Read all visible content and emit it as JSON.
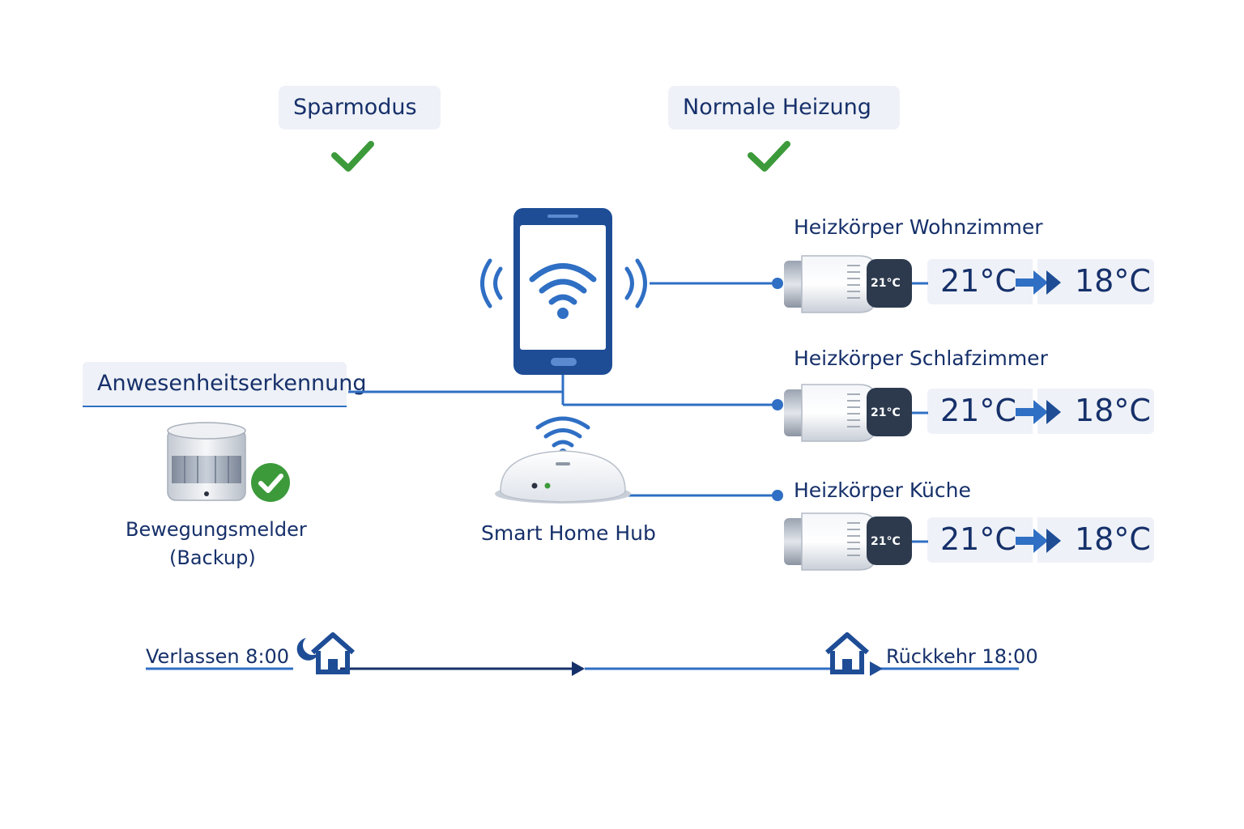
{
  "modes": {
    "eco": "Sparmodus",
    "normal": "Normale Heizung"
  },
  "presence": {
    "label": "Anwesenheitserkennung",
    "sensor_line1": "Bewegungsmelder",
    "sensor_line2": "(Backup)"
  },
  "hub": {
    "label": "Smart Home Hub"
  },
  "radiators": [
    {
      "name": "Heizkörper Wohnzimmer",
      "valve_display": "21°C",
      "from": "21°C",
      "to": "18°C"
    },
    {
      "name": "Heizkörper Schlafzimmer",
      "valve_display": "21°C",
      "from": "21°C",
      "to": "18°C"
    },
    {
      "name": "Heizkörper Küche",
      "valve_display": "21°C",
      "from": "21°C",
      "to": "18°C"
    }
  ],
  "timeline": {
    "leave": "Verlassen 8:00",
    "return": "Rückkehr 18:00"
  },
  "colors": {
    "navy": "#16306a",
    "blue": "#2f6fc4",
    "phone": "#1e4d96",
    "check": "#3c9a3a",
    "pill_bg": "#eef1f7"
  },
  "icons": [
    "check-icon",
    "smartphone-icon",
    "wifi-icon",
    "hub-icon",
    "motion-sensor-icon",
    "thermostat-valve-icon",
    "house-icon",
    "arrow-icon"
  ]
}
